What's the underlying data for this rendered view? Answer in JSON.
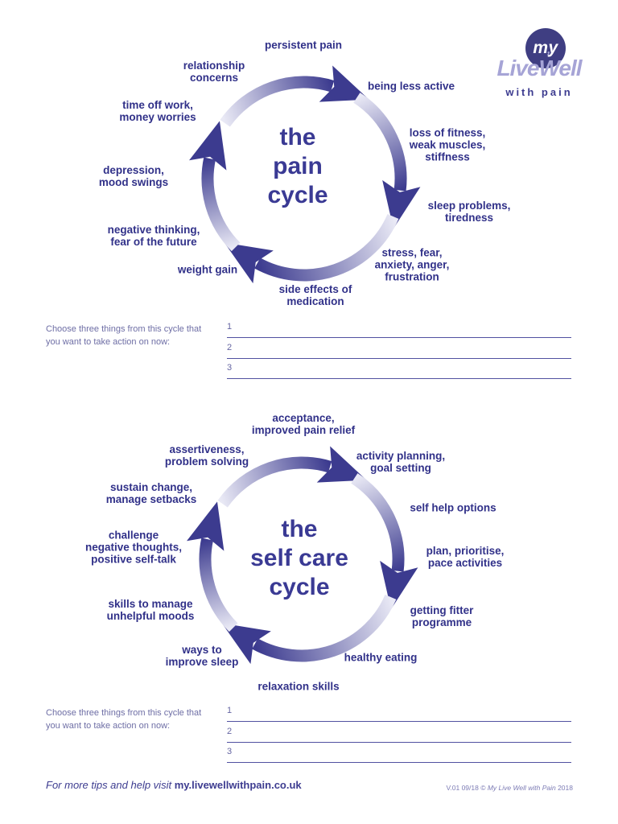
{
  "logo": {
    "my": "my",
    "livewell": "LiveWell",
    "tick": "’",
    "withpain": "with pain"
  },
  "pain_cycle": {
    "title": "the\npain\ncycle",
    "labels": {
      "persistent_pain": "persistent pain",
      "relationship_concerns": "relationship\nconcerns",
      "being_less_active": "being less active",
      "time_off_work": "time off work,\nmoney worries",
      "loss_of_fitness": "loss of fitness,\nweak muscles,\nstiffness",
      "depression": "depression,\nmood swings",
      "sleep_problems": "sleep problems,\ntiredness",
      "negative_thinking": "negative thinking,\nfear of the future",
      "stress_fear": "stress, fear,\nanxiety, anger,\nfrustration",
      "weight_gain": "weight gain",
      "side_effects": "side effects of\nmedication"
    }
  },
  "self_care_cycle": {
    "title": "the\nself care\ncycle",
    "labels": {
      "acceptance": "acceptance,\nimproved pain relief",
      "assertiveness": "assertiveness,\nproblem solving",
      "activity_planning": "activity planning,\ngoal setting",
      "sustain_change": "sustain change,\nmanage setbacks",
      "self_help_options": "self help options",
      "challenge_negative": "challenge\nnegative thoughts,\npositive self-talk",
      "plan_prioritise": "plan, prioritise,\npace activities",
      "skills_moods": "skills to manage\nunhelpful moods",
      "getting_fitter": "getting fitter\nprogramme",
      "ways_sleep": "ways to\nimprove sleep",
      "healthy_eating": "healthy eating",
      "relaxation_skills": "relaxation skills"
    }
  },
  "action_form": {
    "prompt": "Choose three things from this cycle that\nyou want to take action on now:",
    "numbers": [
      "1",
      "2",
      "3"
    ]
  },
  "footer": {
    "tip_prefix": "For more tips and help visit ",
    "url": "my.livewellwithpain.co.uk",
    "version": "V.01  09/18  ",
    "copyright": "© ",
    "credit": "My Live Well with Pain",
    "year": " 2018"
  },
  "colors": {
    "arrow_dark": "#3c3b8f",
    "arrow_light": "#e9e9f5",
    "label_text": "#313189",
    "title_text": "#3a3a94",
    "logo_circle": "#3f3e82",
    "logo_livewell": "#a6a4d6",
    "form_prompt": "#6e6ea5",
    "form_number": "#6666a3",
    "footer_main": "#3d3c90",
    "footer_meta": "#7d7cb5"
  }
}
